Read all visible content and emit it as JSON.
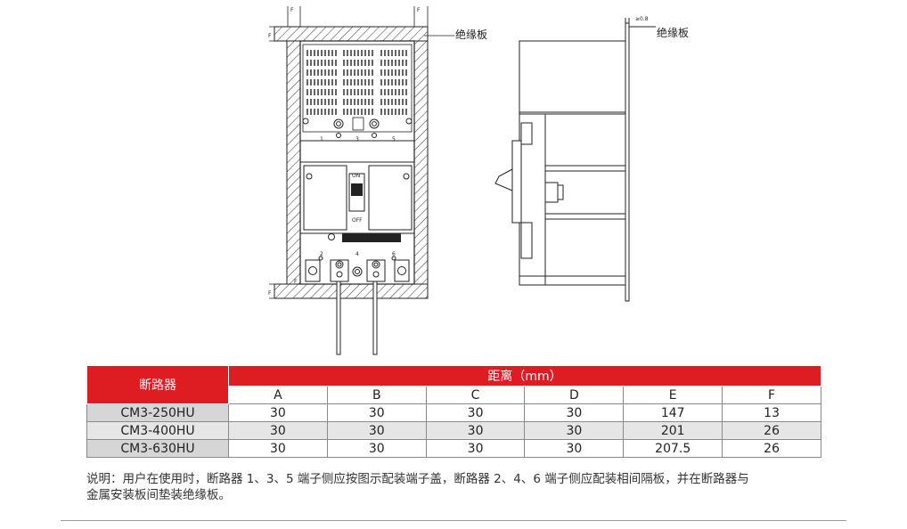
{
  "drawing": {
    "front_label": "绝缘板",
    "side_label": "绝缘板",
    "side_dim": "≥0.8",
    "dim_letters": [
      "F",
      "F",
      "F",
      "F",
      "F"
    ],
    "terminal_numbers_top": [
      "1",
      "3",
      "5"
    ],
    "terminal_numbers_bottom": [
      "2",
      "4",
      "6"
    ],
    "handle_on": "ON",
    "handle_off": "OFF"
  },
  "table": {
    "col_breaker": "断路器",
    "col_distance": "距离（mm）",
    "sub_headers": [
      "A",
      "B",
      "C",
      "D",
      "E",
      "F"
    ],
    "rows": [
      {
        "model": "CM3-250HU",
        "values": [
          "30",
          "30",
          "30",
          "30",
          "147",
          "13"
        ]
      },
      {
        "model": "CM3-400HU",
        "values": [
          "30",
          "30",
          "30",
          "30",
          "201",
          "26"
        ]
      },
      {
        "model": "CM3-630HU",
        "values": [
          "30",
          "30",
          "30",
          "30",
          "207.5",
          "26"
        ]
      }
    ]
  },
  "note": {
    "line1": "说明：用户在使用时，断路器 1、3、5 端子侧应按图示配装端子盖，断路器 2、4、6 端子侧应配装相间隔板，并在断路器与",
    "line2": "金属安装板间垫装绝缘板。"
  }
}
